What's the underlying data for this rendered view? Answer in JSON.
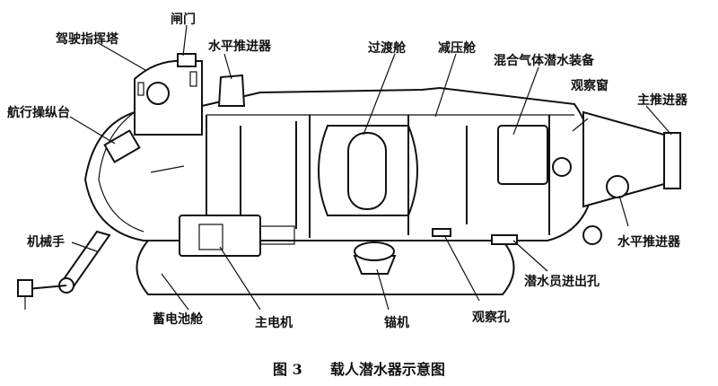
{
  "labels": {
    "conning_tower": "驾驶指挥塔",
    "hatch": "闸门",
    "horizontal_thruster_top": "水平推进器",
    "transfer_chamber": "过渡舱",
    "decompression_chamber": "减压舱",
    "mixed_gas_diving_equipment": "混合气体潜水装备",
    "viewport": "观察窗",
    "main_thruster": "主推进器",
    "navigation_console": "航行操纵台",
    "manipulator": "机械手",
    "horizontal_thruster_bottom": "水平推进器",
    "diver_hatch": "潜水员进出孔",
    "battery_compartment": "蓄电池舱",
    "main_motor": "主电机",
    "anchor_winch": "锚机",
    "observation_port": "观察孔"
  },
  "caption": {
    "figure_number": "图 3",
    "title": "载人潜水器示意图"
  }
}
